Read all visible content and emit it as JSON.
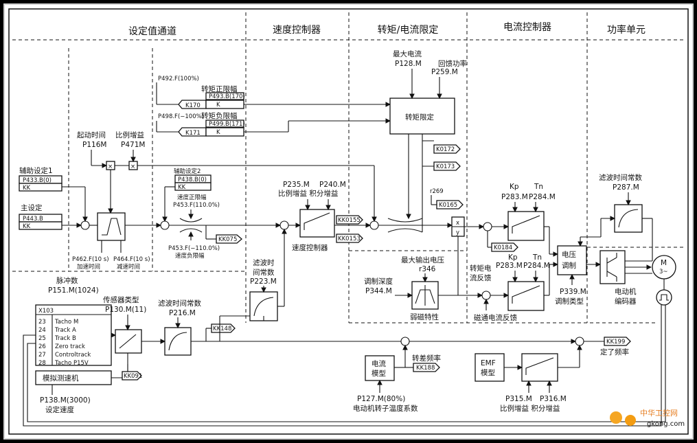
{
  "sections": {
    "setpoint_channel": "设定值通道",
    "speed_controller": "速度控制器",
    "torque_current_limit": "转矩/电流限定",
    "current_controller": "电流控制器",
    "power_unit": "功率单元"
  },
  "setpoint": {
    "aux_setpoint1": "辅助设定1",
    "p433": "P433.B(0)",
    "kk1": "KK",
    "main_setpoint": "主设定",
    "p443": "P443.B",
    "kk2": "KK",
    "start_time": "起动时间",
    "p116": "P116M",
    "prop_gain": "比例增益",
    "p471": "P471M",
    "p462": "P462.F(10 s)",
    "accel_time": "加速时间",
    "p464": "P464.F(10 s)",
    "decel_time": "减速时间",
    "aux_setpoint2": "辅助设定2",
    "p438": "P438.B(0)",
    "kk3": "KK",
    "speed_pos_limit": "速度正限幅",
    "p453_pos": "P453.F(110.0%)",
    "p453_neg": "P453.F(−110.0%)",
    "speed_neg_limit": "速度负限幅",
    "kk075": "KK075",
    "p492": "P492.F(100%)",
    "torque_pos_limit": "转矩正限幅",
    "p493": "P493.B(170)",
    "k170": "K170",
    "k_a": "K",
    "p498": "P498.F(−100%)",
    "torque_neg_limit": "转矩负限幅",
    "p499": "P499.B(171)",
    "k171": "K171",
    "k_b": "K"
  },
  "encoder": {
    "pulse_count": "脉冲数",
    "p151": "P151.M(1024)",
    "sensor_type": "传感器类型",
    "p130": "P130.M(11)",
    "x103": "X103",
    "terminals": [
      {
        "pin": "23",
        "name": "Tacho M"
      },
      {
        "pin": "24",
        "name": "Track A"
      },
      {
        "pin": "25",
        "name": "Track B"
      },
      {
        "pin": "26",
        "name": "Zero track"
      },
      {
        "pin": "27",
        "name": "Controltrack"
      },
      {
        "pin": "28",
        "name": "Tacho P15V"
      }
    ],
    "analog_tacho": "模拟测速机",
    "p138": "P138.M(3000)",
    "set_speed": "设定速度",
    "kk091": "KK091",
    "filter_time": "滤波时间常数",
    "p216": "P216.M",
    "kk148": "KK148"
  },
  "speed": {
    "p235": "P235.M",
    "p240": "P240.M",
    "prop_int": "比例增益 积分增益",
    "kk0155": "KK0155",
    "kk0153": "KK0153",
    "controller": "速度控制器",
    "filter_time_1": "滤波时",
    "filter_time_2": "间常数",
    "p223": "P223.M"
  },
  "torque": {
    "max_current": "最大电流",
    "p128": "P128.M",
    "regen_power": "回馈功率",
    "p259": "P259.M",
    "block": "转矩限定",
    "k0172": "K0172",
    "k0173": "K0173",
    "r269": "r269",
    "k0165": "K0165",
    "max_voltage": "最大输出电压",
    "r346": "r346",
    "mod_depth": "调制深度",
    "p344": "P344.M",
    "field_weak": "弱磁特性",
    "slip_freq": "转差频率",
    "kk188": "KK188",
    "current_model_1": "电流",
    "current_model_2": "模型",
    "p127": "P127.M(80%)",
    "rotor_temp": "电动机转子温度系数",
    "kk199": "KK199",
    "set_freq": "定了频率"
  },
  "current": {
    "kp": "Kp",
    "tn": "Tn",
    "p283a": "P283.M",
    "p284a": "P284.M",
    "k0184": "K0184",
    "torque_fb_1": "转矩电",
    "torque_fb_2": "流反馈",
    "p283b": "P283.M",
    "p284b": "P284.M",
    "flux_fb": "磁通电流反馈",
    "emf_1": "EMF",
    "emf_2": "模型",
    "p315": "P315.M",
    "p316": "P316.M",
    "prop_int": "比例增益 积分增益",
    "xy_x": "x",
    "xy_y": "y"
  },
  "power": {
    "filter_time": "滤波时间常数",
    "p287": "P287.M",
    "vmod_1": "电压",
    "vmod_2": "调制",
    "p339": "P339.M",
    "mod_type": "调制类型",
    "motor_m": "M",
    "motor_3": "3~",
    "motor_label_1": "电动机",
    "motor_label_2": "编码器"
  },
  "watermark": {
    "cn": "中华工控网",
    "url": "gkong.com"
  }
}
